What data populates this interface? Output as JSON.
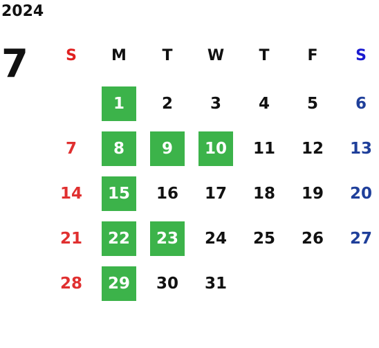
{
  "calendar": {
    "year": "2024",
    "month": "7",
    "weekdays": [
      "S",
      "M",
      "T",
      "W",
      "T",
      "F",
      "S"
    ],
    "weekday_colors": [
      "#e02020",
      "#111111",
      "#111111",
      "#111111",
      "#111111",
      "#111111",
      "#1a1ad0"
    ],
    "first_weekday": 1,
    "days_in_month": 31,
    "highlighted_days": [
      1,
      8,
      9,
      10,
      15,
      22,
      23,
      29
    ],
    "colors": {
      "sunday": "#e03030",
      "saturday": "#1f3f9a",
      "weekday": "#111111",
      "highlight_bg": "#3cb34a",
      "highlight_text": "#ffffff"
    }
  }
}
